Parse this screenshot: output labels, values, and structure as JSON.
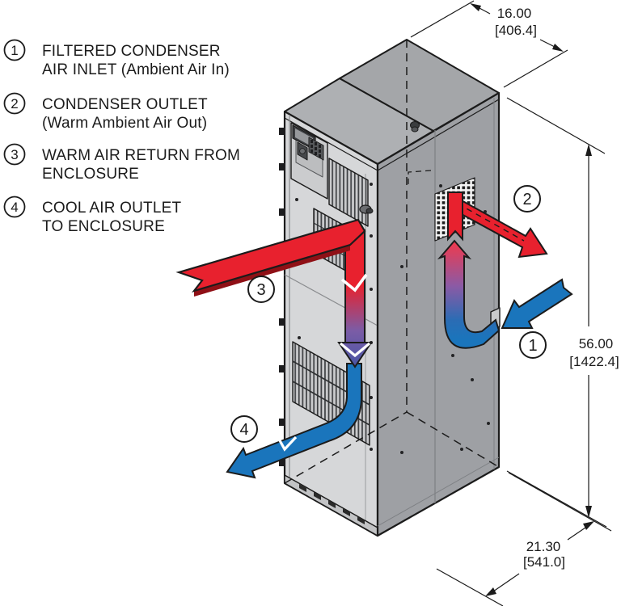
{
  "legend": {
    "items": [
      {
        "number": "1",
        "lines": [
          "FILTERED CONDENSER",
          "AIR INLET (Ambient Air In)"
        ]
      },
      {
        "number": "2",
        "lines": [
          "CONDENSER OUTLET",
          "(Warm Ambient Air Out)"
        ]
      },
      {
        "number": "3",
        "lines": [
          "WARM AIR RETURN FROM",
          "ENCLOSURE"
        ]
      },
      {
        "number": "4",
        "lines": [
          "COOL AIR OUTLET",
          "TO ENCLOSURE"
        ]
      }
    ]
  },
  "dimensions": {
    "top_width": {
      "inches": "16.00",
      "millimeters": "[406.4]"
    },
    "height": {
      "inches": "56.00",
      "millimeters": "[1422.4]"
    },
    "depth": {
      "inches": "21.30",
      "millimeters": "[541.0]"
    }
  },
  "callouts": {
    "c1": "1",
    "c2": "2",
    "c3": "3",
    "c4": "4"
  },
  "colors": {
    "warm_air": "#e8212e",
    "cool_air": "#1a75bc",
    "transition": "#7b5ca6",
    "cabinet_top": "#a9abae",
    "cabinet_side": "#9ea0a4",
    "cabinet_front": "#d6d7d9",
    "outline": "#1b1b1b"
  }
}
